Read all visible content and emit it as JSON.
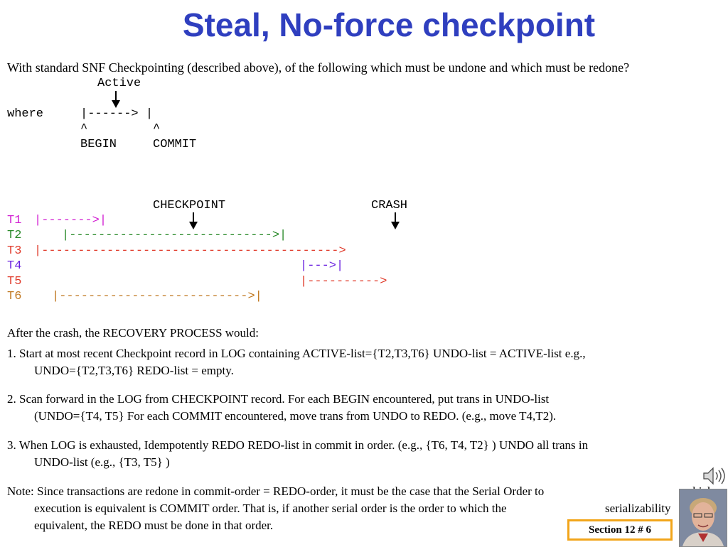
{
  "title": "Steal, No-force checkpoint",
  "intro": "With standard SNF Checkpointing (described above), of the following which must be undone and which must be redone?",
  "legend": {
    "active": "Active",
    "where": "where",
    "bar": "|------> |",
    "carets": "^         ^",
    "begin": "BEGIN",
    "commit": "COMMIT"
  },
  "timeline": {
    "checkpoint": "CHECKPOINT",
    "crash": "CRASH",
    "rows": [
      {
        "label": "T1",
        "bar": "|------->|"
      },
      {
        "label": "T2",
        "bar": "|---------------------------->|"
      },
      {
        "label": "T3",
        "bar": "|----------------------------------------->"
      },
      {
        "label": "T4",
        "bar": "|--->|"
      },
      {
        "label": "T5",
        "bar": "|---------->"
      },
      {
        "label": "T6",
        "bar": "|-------------------------->|"
      }
    ]
  },
  "recovery": {
    "heading": "After the crash, the RECOVERY PROCESS would:",
    "step1_a": "1. Start at most recent Checkpoint record in LOG containing ACTIVE-list={T2,T3,T6} UNDO-list = ACTIVE-list e.g.,",
    "step1_b": "UNDO={T2,T3,T6} REDO-list = empty.",
    "step2_a": "2. Scan forward in the LOG from CHECKPOINT record. For each BEGIN encountered, put trans in UNDO-list",
    "step2_b": "(UNDO={T4, T5} For each COMMIT encountered, move trans from UNDO to REDO. (e.g., move T4,T2).",
    "step3_a": "3. When LOG is exhausted, Idempotently REDO REDO-list in commit in order. (e.g., {T6, T4, T2} ) UNDO all trans in",
    "step3_b": "UNDO-list (e.g., {T3, T5} )",
    "note_a": "Note: Since transactions are redone in commit-order = REDO-order, it must be the case that the Serial Order to",
    "note_a_tail": "which",
    "note_b": "execution is equivalent is COMMIT order.  That is, if another serial order is the order to which the",
    "note_b_tail": "serializability",
    "note_c": "equivalent, the REDO must be done in that order."
  },
  "badge": "Section 12    # 6",
  "icons": {
    "speaker": "speaker-icon",
    "photo": "presenter-photo"
  }
}
